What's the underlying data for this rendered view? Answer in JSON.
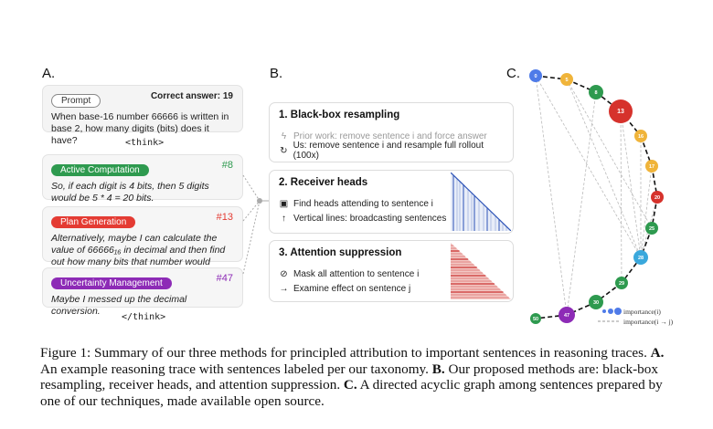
{
  "panels": {
    "a": "A.",
    "b": "B.",
    "c": "C."
  },
  "panel_a": {
    "prompt_label": "Prompt",
    "correct_answer": "Correct answer: 19",
    "prompt_text": "When base-16 number 66666 is written in base 2, how many digits (bits) does it have?",
    "think_open": "<think>",
    "think_close": "</think>",
    "steps": [
      {
        "category": "Active Computation",
        "number": "#8",
        "text": "So, if each digit is 4 bits, then 5 digits would be 5 * 4 = 20 bits.",
        "color": "#2e9a4f"
      },
      {
        "category": "Plan Generation",
        "number": "#13",
        "text": "Alternatively, maybe I can calculate the value of 66666₁₆ in decimal and then find out how many bits that number would require.",
        "color": "#e43b33"
      },
      {
        "category": "Uncertainty Management",
        "number": "#47",
        "text": "Maybe I messed up the decimal conversion.",
        "color": "#8d2bb6"
      }
    ]
  },
  "panel_b": {
    "methods": [
      {
        "title": "1. Black-box resampling",
        "rows": [
          {
            "icon": "lightning-icon",
            "glyph": "ϟ",
            "text": "Prior work: remove sentence i and force answer"
          },
          {
            "icon": "refresh-icon",
            "glyph": "↻",
            "text": "Us: remove sentence i and resample full rollout (100x)"
          }
        ]
      },
      {
        "title": "2. Receiver heads",
        "rows": [
          {
            "icon": "robot-icon",
            "glyph": "▣",
            "text": "Find heads attending to sentence i"
          },
          {
            "icon": "arrow-up-icon",
            "glyph": "↑",
            "text": "Vertical lines: broadcasting sentences"
          }
        ]
      },
      {
        "title": "3. Attention suppression",
        "rows": [
          {
            "icon": "prohibited-icon",
            "glyph": "⊘",
            "text": "Mask all attention to sentence i"
          },
          {
            "icon": "arrow-right-icon",
            "glyph": "→",
            "text": "Examine effect on sentence j"
          }
        ]
      }
    ],
    "colors": {
      "receiver": "#2f55b8",
      "suppression": "#c92a2a"
    }
  },
  "panel_c": {
    "nodes": [
      {
        "label": "0",
        "color": "#4f7be8"
      },
      {
        "label": "5",
        "color": "#f0b43a"
      },
      {
        "label": "8",
        "color": "#2e9a4f"
      },
      {
        "label": "13",
        "color": "#d6322c"
      },
      {
        "label": "16",
        "color": "#f0b43a"
      },
      {
        "label": "17",
        "color": "#f0b43a"
      },
      {
        "label": "20",
        "color": "#d6322c"
      },
      {
        "label": "25",
        "color": "#2e9a4f"
      },
      {
        "label": "28",
        "color": "#3aa8dc"
      },
      {
        "label": "29",
        "color": "#2e9a4f"
      },
      {
        "label": "30",
        "color": "#2e9a4f"
      },
      {
        "label": "47",
        "color": "#8d2bb6"
      },
      {
        "label": "50",
        "color": "#2e9a4f"
      }
    ],
    "legend_importance": "importance(i)",
    "legend_edge": "importance(i → j)"
  },
  "caption": {
    "p1": "Figure 1: Summary of our three methods for principled attribution to important sentences in reasoning traces. ",
    "b1": "A.",
    "p2": " An example reasoning trace with sentences labeled per our taxonomy. ",
    "b2": "B.",
    "p3": " Our proposed methods are: black-box resampling, receiver heads, and attention suppression. ",
    "b3": "C.",
    "p4": " A directed acyclic graph among sentences prepared by one of our techniques, made available open source."
  }
}
